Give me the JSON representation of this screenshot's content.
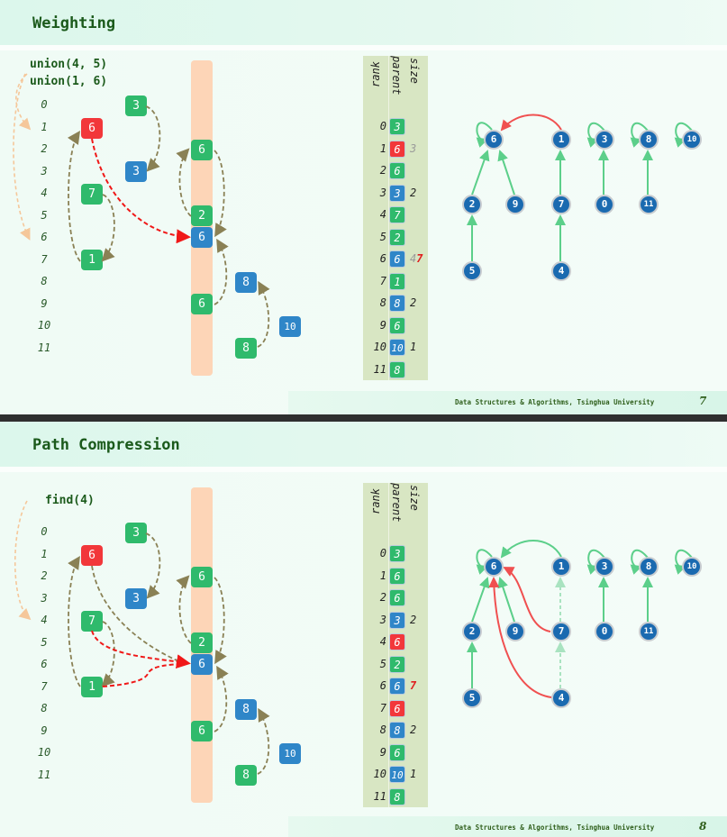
{
  "footer_source": "Data Structures & Algorithms, Tsinghua University",
  "colors": {
    "green": "#2fba6c",
    "blue": "#2f86c8",
    "red": "#f2373a",
    "node": "#1a6ab0",
    "edge_green": "#5ccf8a",
    "edge_red": "#f05050",
    "stack": "#fdd5b7",
    "arrow_olive": "#8a8155"
  },
  "slides": [
    {
      "title": "Weighting",
      "page": "7",
      "commands": [
        "union(4, 5)",
        "union(1, 6)"
      ],
      "indices": [
        "0",
        "1",
        "2",
        "3",
        "4",
        "5",
        "6",
        "7",
        "8",
        "9",
        "10",
        "11"
      ],
      "boxes": [
        {
          "label": "3",
          "color": "green"
        },
        {
          "label": "6",
          "color": "red"
        },
        {
          "label": "3",
          "color": "blue"
        },
        {
          "label": "7",
          "color": "green"
        },
        {
          "label": "1",
          "color": "green"
        },
        {
          "label": "6",
          "color": "green"
        },
        {
          "label": "2",
          "color": "green"
        },
        {
          "label": "6",
          "color": "blue"
        },
        {
          "label": "6",
          "color": "green"
        },
        {
          "label": "8",
          "color": "blue"
        },
        {
          "label": "10",
          "color": "blue"
        },
        {
          "label": "8",
          "color": "green"
        }
      ],
      "table": {
        "headers": {
          "rank": "rank",
          "parent": "parent",
          "size": "size"
        },
        "rows": [
          {
            "rank": "0",
            "parent": "3",
            "color": "green",
            "size": ""
          },
          {
            "rank": "1",
            "parent": "6",
            "color": "red",
            "size_old": "3",
            "size": ""
          },
          {
            "rank": "2",
            "parent": "6",
            "color": "green",
            "size": ""
          },
          {
            "rank": "3",
            "parent": "3",
            "color": "blue",
            "size": "2"
          },
          {
            "rank": "4",
            "parent": "7",
            "color": "green",
            "size": ""
          },
          {
            "rank": "5",
            "parent": "2",
            "color": "green",
            "size": ""
          },
          {
            "rank": "6",
            "parent": "6",
            "color": "blue",
            "size_old": "4",
            "size_new": "7",
            "size": ""
          },
          {
            "rank": "7",
            "parent": "1",
            "color": "green",
            "size": ""
          },
          {
            "rank": "8",
            "parent": "8",
            "color": "blue",
            "size": "2"
          },
          {
            "rank": "9",
            "parent": "6",
            "color": "green",
            "size": ""
          },
          {
            "rank": "10",
            "parent": "10",
            "color": "blue",
            "size": "1"
          },
          {
            "rank": "11",
            "parent": "8",
            "color": "green",
            "size": ""
          }
        ]
      },
      "tree_nodes": [
        "6",
        "1",
        "3",
        "8",
        "10",
        "2",
        "9",
        "7",
        "0",
        "11",
        "5",
        "4"
      ]
    },
    {
      "title": "Path Compression",
      "page": "8",
      "commands": [
        "find(4)"
      ],
      "indices": [
        "0",
        "1",
        "2",
        "3",
        "4",
        "5",
        "6",
        "7",
        "8",
        "9",
        "10",
        "11"
      ],
      "boxes": [
        {
          "label": "3",
          "color": "green"
        },
        {
          "label": "6",
          "color": "red"
        },
        {
          "label": "3",
          "color": "blue"
        },
        {
          "label": "7",
          "color": "green"
        },
        {
          "label": "1",
          "color": "green"
        },
        {
          "label": "6",
          "color": "green"
        },
        {
          "label": "2",
          "color": "green"
        },
        {
          "label": "6",
          "color": "blue"
        },
        {
          "label": "6",
          "color": "green"
        },
        {
          "label": "8",
          "color": "blue"
        },
        {
          "label": "10",
          "color": "blue"
        },
        {
          "label": "8",
          "color": "green"
        }
      ],
      "table": {
        "headers": {
          "rank": "rank",
          "parent": "parent",
          "size": "size"
        },
        "rows": [
          {
            "rank": "0",
            "parent": "3",
            "color": "green",
            "size": ""
          },
          {
            "rank": "1",
            "parent": "6",
            "color": "green",
            "size": ""
          },
          {
            "rank": "2",
            "parent": "6",
            "color": "green",
            "size": ""
          },
          {
            "rank": "3",
            "parent": "3",
            "color": "blue",
            "size": "2"
          },
          {
            "rank": "4",
            "parent": "6",
            "color": "red",
            "size": ""
          },
          {
            "rank": "5",
            "parent": "2",
            "color": "green",
            "size": ""
          },
          {
            "rank": "6",
            "parent": "6",
            "color": "blue",
            "size_new": "7",
            "size": ""
          },
          {
            "rank": "7",
            "parent": "6",
            "color": "red",
            "size": ""
          },
          {
            "rank": "8",
            "parent": "8",
            "color": "blue",
            "size": "2"
          },
          {
            "rank": "9",
            "parent": "6",
            "color": "green",
            "size": ""
          },
          {
            "rank": "10",
            "parent": "10",
            "color": "blue",
            "size": "1"
          },
          {
            "rank": "11",
            "parent": "8",
            "color": "green",
            "size": ""
          }
        ]
      },
      "tree_nodes": [
        "6",
        "1",
        "3",
        "8",
        "10",
        "2",
        "9",
        "7",
        "0",
        "11",
        "5",
        "4"
      ]
    }
  ]
}
